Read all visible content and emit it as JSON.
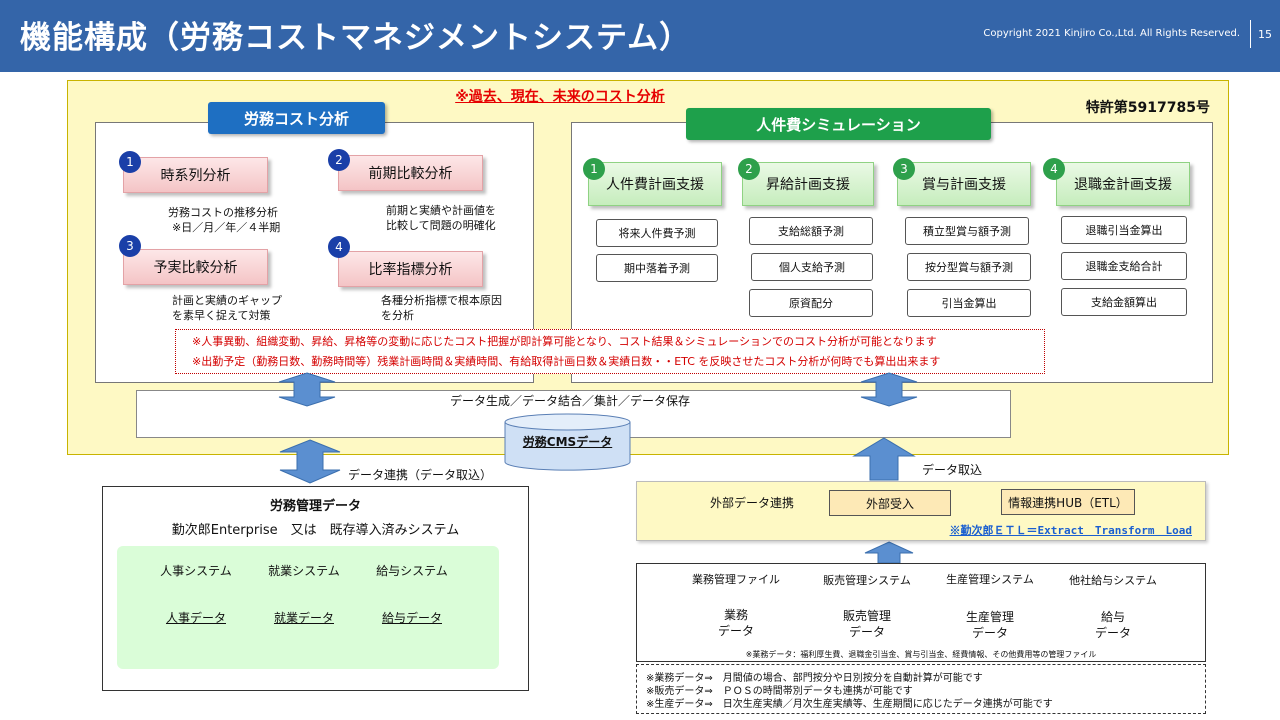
{
  "header": {
    "title": "機能構成（労務コストマネジメントシステム）",
    "copyright": "Copyright 2021 Kinjiro Co.,Ltd. All Rights Reserved.",
    "page": "15"
  },
  "top_note": "※過去、現在、未来のコスト分析",
  "patent": "特許第5917785号",
  "cost_analysis": {
    "title": "労務コスト分析",
    "items": [
      {
        "num": "1",
        "label": "時系列分析",
        "desc1": "労務コストの推移分析",
        "desc2": "※日／月／年／４半期"
      },
      {
        "num": "2",
        "label": "前期比較分析",
        "desc1": "前期と実績や計画値を",
        "desc2": "比較して問題の明確化"
      },
      {
        "num": "3",
        "label": "予実比較分析",
        "desc1": "計画と実績のギャップ",
        "desc2": "を素早く捉えて対策"
      },
      {
        "num": "4",
        "label": "比率指標分析",
        "desc1": "各種分析指標で根本原因",
        "desc2": "を分析"
      }
    ]
  },
  "simulation": {
    "title": "人件費シミュレーション",
    "columns": [
      {
        "num": "1",
        "label": "人件費計画支援",
        "subs": [
          "将来人件費予測",
          "期中落着予測"
        ]
      },
      {
        "num": "2",
        "label": "昇給計画支援",
        "subs": [
          "支給総額予測",
          "個人支給予測",
          "原資配分"
        ]
      },
      {
        "num": "3",
        "label": "賞与計画支援",
        "subs": [
          "積立型賞与額予測",
          "按分型賞与額予測",
          "引当金算出"
        ]
      },
      {
        "num": "4",
        "label": "退職金計画支援",
        "subs": [
          "退職引当金算出",
          "退職金支給合計",
          "支給金額算出"
        ]
      }
    ]
  },
  "red_notes": [
    "※人事異動、組織変動、昇給、昇格等の変動に応じたコスト把握が即計算可能となり、コスト結果＆シミュレーションでのコスト分析が可能となります",
    "※出勤予定（勤務日数、勤務時間等）残業計画時間＆実績時間、有給取得計画日数＆実績日数・・ETC を反映させたコスト分析が何時でも算出出来ます"
  ],
  "process": "データ生成／データ結合／集計／データ保存",
  "cms": "労務CMSデータ",
  "link_label": "データ連携（データ取込）",
  "intake_label": "データ取込",
  "labor": {
    "title": "労務管理データ",
    "subtitle": "勤次郎Enterprise　又は　既存導入済みシステム",
    "systems": [
      {
        "name": "人事システム",
        "data": "人事データ"
      },
      {
        "name": "就業システム",
        "data": "就業データ"
      },
      {
        "name": "給与システム",
        "data": "給与データ"
      }
    ]
  },
  "external": {
    "label": "外部データ連携",
    "intake": "外部受入",
    "hub": "情報連携HUB（ETL）",
    "etl_note": "※勤次郎ＥＴＬ＝Extract　Transform　Load"
  },
  "files": {
    "sources": [
      {
        "name": "業務管理ファイル",
        "data1": "業務",
        "data2": "データ"
      },
      {
        "name": "販売管理システム",
        "data1": "販売管理",
        "data2": "データ"
      },
      {
        "name": "生産管理システム",
        "data1": "生産管理",
        "data2": "データ"
      },
      {
        "name": "他社給与システム",
        "data1": "給与",
        "data2": "データ"
      }
    ],
    "note": "※業務データ：福利厚生費、退職金引当金、賞与引当金、経費情報、その他費用等の管理ファイル"
  },
  "bottom_notes": [
    "※業務データ⇒　月間値の場合、部門按分や日別按分を自動計算が可能です",
    "※販売データ⇒　ＰＯＳの時間帯別データも連携が可能です",
    "※生産データ⇒　日次生産実績／月次生産実績等、生産期間に応じたデータ連携が可能です"
  ],
  "colors": {
    "header_bg": "#3465a9",
    "analysis_panel": "#fef9c4",
    "cost_title_bg": "#1e6fc2",
    "sim_title_bg": "#1ea04b",
    "note_red": "#d40000",
    "arrow_blue": "#5b8fd0",
    "cylinder_blue": "#cfe0f5",
    "cylinder_green": "#c5e6b0"
  }
}
